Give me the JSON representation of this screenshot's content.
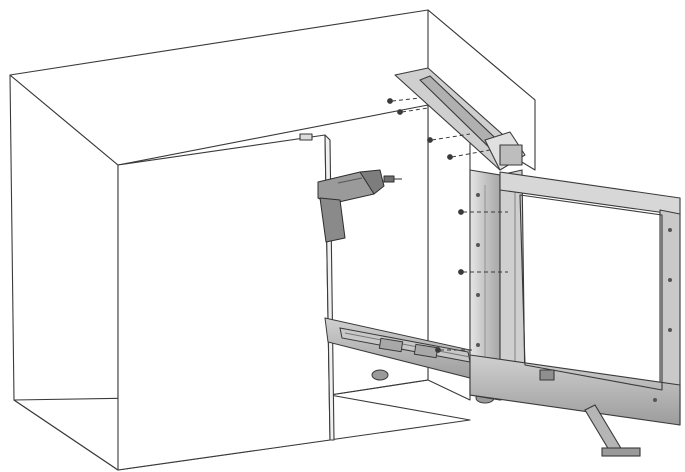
{
  "diagram": {
    "kind": "assembly-illustration",
    "parts": [
      "cabinet",
      "cabinet-door",
      "top-bracket",
      "vertical-rail",
      "pull-out-frame",
      "drawer-slide",
      "support-leg",
      "power-drill",
      "mounting-screws"
    ],
    "tool_icon": "drill-icon",
    "screw_count": 7,
    "colors": {
      "line": "#3a3a3a",
      "background": "#ffffff",
      "metal_light": "#d9d9d9",
      "metal_mid": "#b5b5b5",
      "metal_dark": "#8f8f8f",
      "drill_body": "#9a9a9a"
    }
  }
}
